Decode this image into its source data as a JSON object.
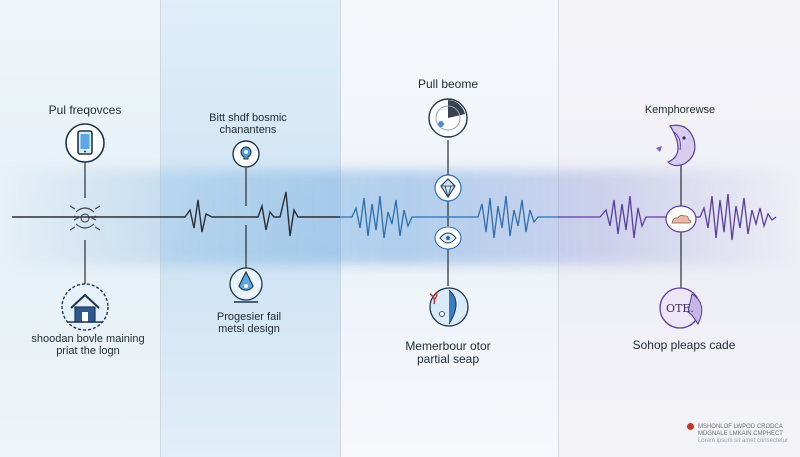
{
  "labels": {
    "col1_top": "Pul freqovces",
    "col1_bottom": "shoodan bovle maining priat the logn",
    "col2_top": "Bitt shdf bosmic chanantens",
    "col2_bottom": "Progesier fail metsl design",
    "col3_top": "Pull beome",
    "col3_bottom": "Memerbour otor partial seap",
    "col4_top": "Kemphorewse",
    "col4_bottom": "Sohop pleaps cade",
    "badge_text": "OTE."
  },
  "credit": {
    "line1": "MSHONLOF LWPOD CRODCA",
    "line2": "MDGNALE LMKAIN CMPHECT",
    "line3": "Lorem ipsum sit amet consectetur"
  },
  "icons": [
    "phone-icon",
    "atom-icon",
    "house-icon",
    "lightbulb-icon",
    "flask-icon",
    "radar-icon",
    "diamond-icon",
    "flower-icon",
    "atom-cross-icon",
    "bird-icon",
    "cloud-icon",
    "moth-icon",
    "report-badge-icon"
  ],
  "colors": {
    "wave_col1": "#2a2f36",
    "wave_col2": "#1e2f3a",
    "wave_col3": "#2f6fb0",
    "wave_col4": "#5b3f9c",
    "accent_blue": "#3b7fc4",
    "accent_purple": "#8a6fc2"
  }
}
